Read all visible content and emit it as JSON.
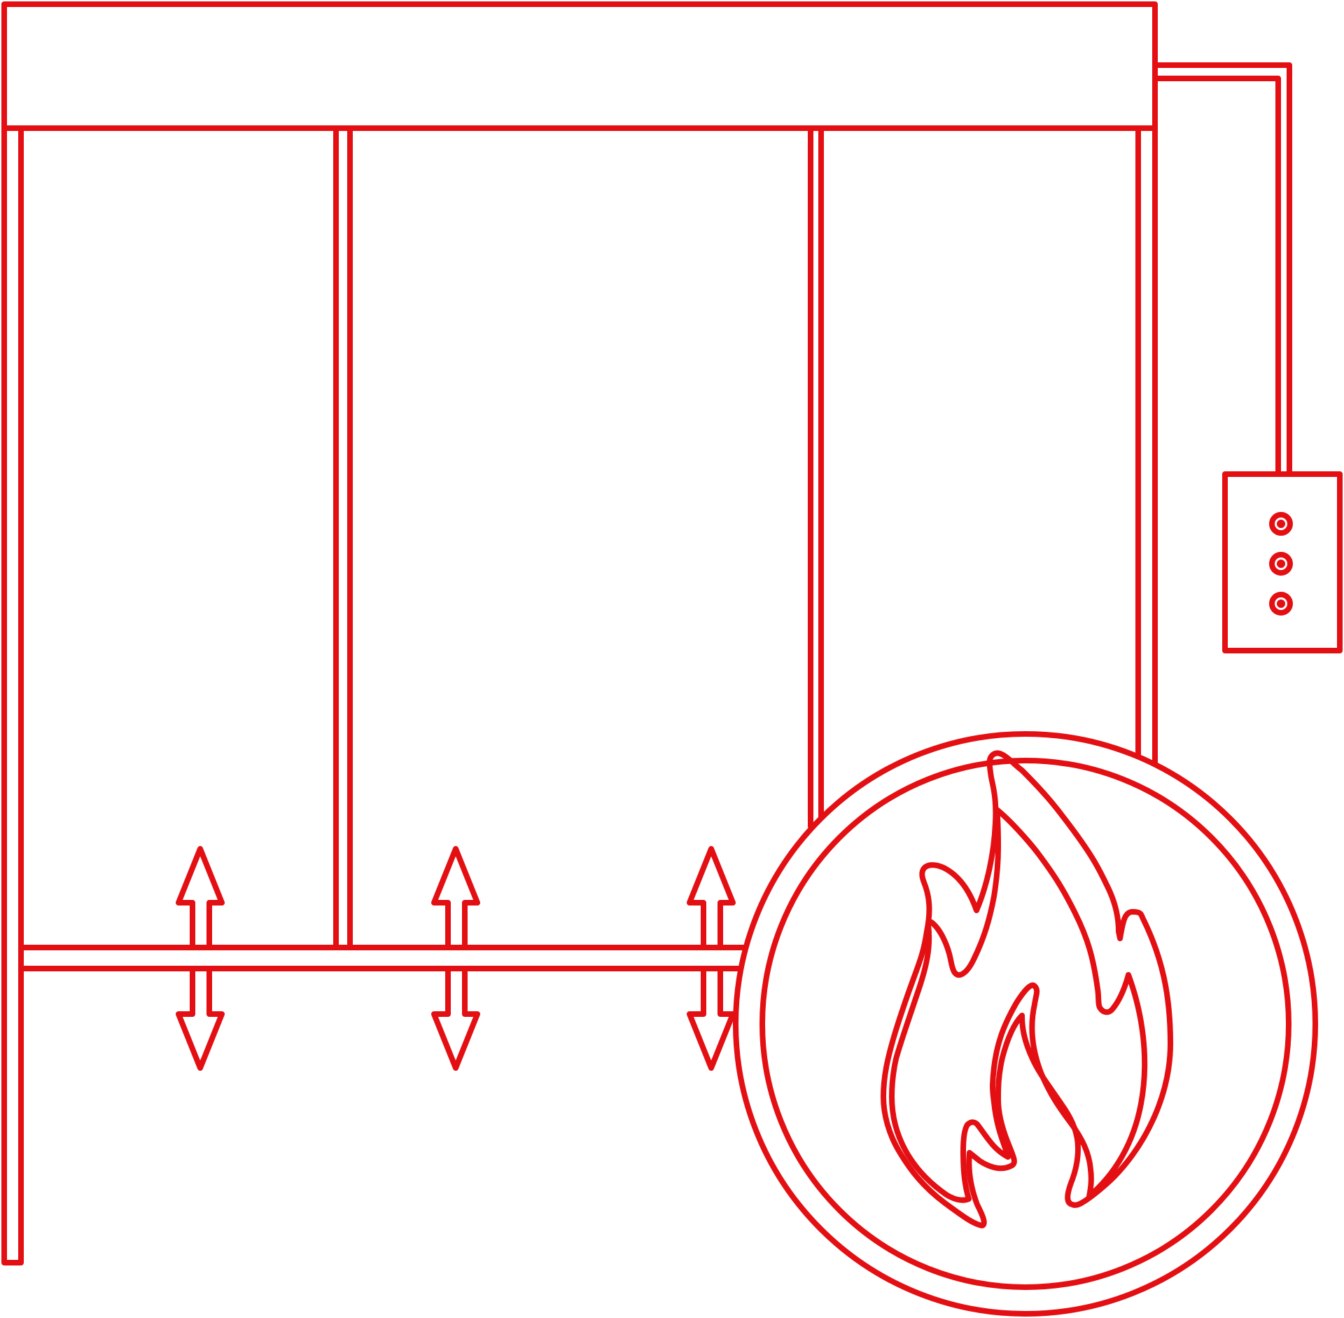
{
  "diagram": {
    "kind": "fire curtain system pictogram",
    "stroke_color": "#e30f13",
    "background_color": "#ffffff",
    "components": {
      "roller_box": "roller-housing",
      "guide_rails": 4,
      "bottom_bar": "curtain-bottom-bar",
      "movement_arrows": 3,
      "control_panel": {
        "indicator_lights": 3
      },
      "fire_badge": "fire-icon"
    }
  }
}
